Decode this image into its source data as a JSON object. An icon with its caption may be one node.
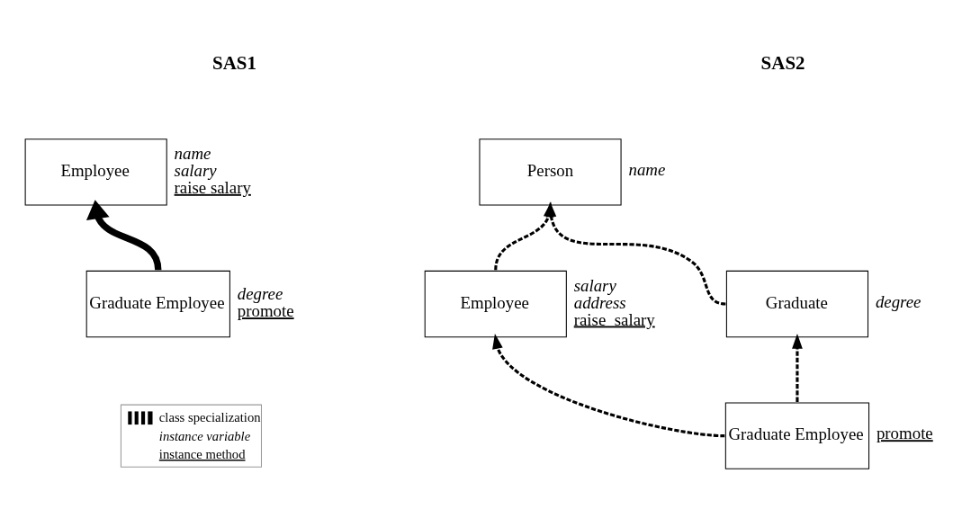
{
  "diagram": {
    "nodes": [
      {
        "text": [
          "Employee"
        ],
        "beside": [
          "*name*",
          "*salary*",
          "raise salary"
        ]
      },
      {
        "text": [
          "Graduate Employee"
        ],
        "beside": [
          "*degree*",
          "promote"
        ]
      },
      {
        "text": [
          "Person"
        ],
        "beside": [
          "*name*"
        ]
      },
      {
        "text": [
          "Employee"
        ],
        "beside": [
          "*salary*",
          "*address*",
          "raise_salary"
        ]
      },
      {
        "text": [
          "Graduate"
        ],
        "beside": [
          "*degree*"
        ]
      },
      {
        "text": [
          "Graduate Employee"
        ],
        "beside": [
          "promote"
        ]
      }
    ],
    "edges": [
      {
        "from": 1,
        "to": 0,
        "arrow": "to",
        "style": "thick"
      },
      {
        "from": 3,
        "to": 2,
        "arrow": "to",
        "style": "dashed"
      },
      {
        "from": 4,
        "to": 2,
        "arrow": "to",
        "style": "dashed"
      },
      {
        "from": 5,
        "to": 3,
        "arrow": "to",
        "style": "dashed"
      },
      {
        "from": 5,
        "to": 4,
        "arrow": "to",
        "style": "dashed"
      }
    ],
    "labels": [
      "SAS1",
      "SAS2"
    ],
    "legend": [
      {
        "text": "class specialization"
      },
      {
        "text": "*instance variable*"
      },
      {
        "text": "instance method"
      }
    ]
  }
}
